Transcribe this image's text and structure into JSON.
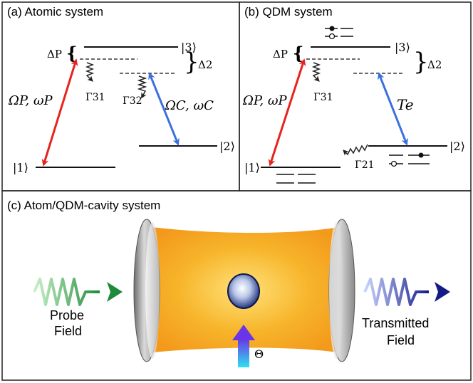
{
  "panel_a": {
    "title": "(a) Atomic system",
    "delta_p": "ΔP",
    "delta_2": "Δ2",
    "level_3": "|3⟩",
    "level_2": "|2⟩",
    "level_1": "|1⟩",
    "gamma_31": "Γ31",
    "gamma_32": "Γ32",
    "probe_label": "ΩP, ωP",
    "coupling_label": "ΩC, ωC"
  },
  "panel_b": {
    "title": "(b) QDM system",
    "delta_p": "ΔP",
    "delta_2": "Δ2",
    "level_3": "|3⟩",
    "level_2": "|2⟩",
    "level_1": "|1⟩",
    "gamma_31": "Γ31",
    "gamma_21": "Γ21",
    "probe_label": "ΩP, ωP",
    "tunneling_label": "Te"
  },
  "panel_c": {
    "title": "(c) Atom/QDM-cavity system",
    "probe_line1": "Probe",
    "probe_line2": "Field",
    "transmitted_line1": "Transmitted",
    "transmitted_line2": "Field",
    "theta": "Θ"
  },
  "colors": {
    "probe_arrow": "#e8231f",
    "coupling_arrow": "#3b6fe0",
    "probe_wave": "#2e8b3a",
    "transmitted_wave": "#1a1f8c",
    "cavity_glow": "#f5a623",
    "control_arrow": "#7b3fe0"
  }
}
